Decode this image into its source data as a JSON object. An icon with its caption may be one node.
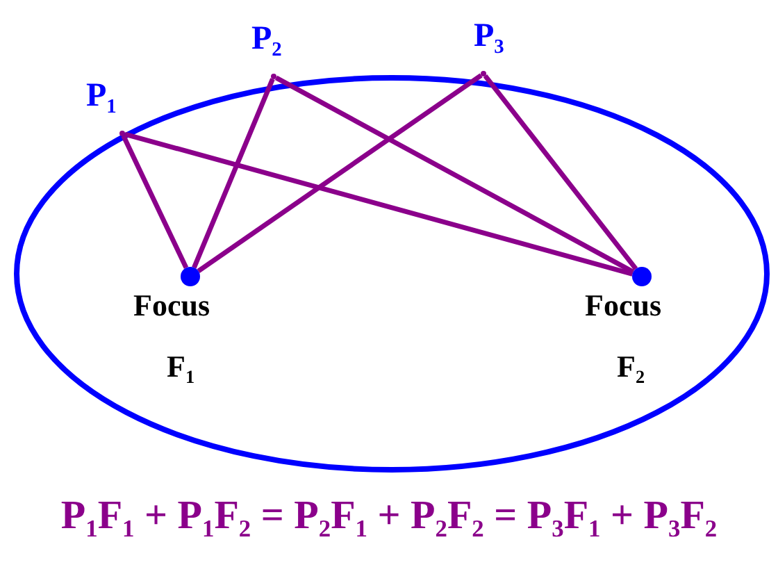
{
  "diagram": {
    "nodes": [
      {
        "text": [],
        "shape": "point",
        "beside": [
          "P$_{1}$"
        ]
      },
      {
        "text": [],
        "shape": "point",
        "beside": [
          "P$_{2}$"
        ]
      },
      {
        "text": [],
        "shape": "point",
        "beside": [
          "P$_{3}$"
        ]
      },
      {
        "text": [],
        "shape": "circle",
        "beside": [
          "Focus",
          "F$_{1}$"
        ]
      },
      {
        "text": [],
        "shape": "circle",
        "beside": [
          "Focus",
          "F$_{2}$"
        ]
      }
    ],
    "edges": [
      {
        "from": 0,
        "to": 3,
        "arrow": "none"
      },
      {
        "from": 0,
        "to": 4,
        "arrow": "none"
      },
      {
        "from": 1,
        "to": 3,
        "arrow": "none"
      },
      {
        "from": 1,
        "to": 4,
        "arrow": "none"
      },
      {
        "from": 2,
        "to": 3,
        "arrow": "none"
      },
      {
        "from": 2,
        "to": 4,
        "arrow": "none"
      }
    ],
    "labels": [
      "P$_{1}$F$_{1}$ + P$_{1}$F$_{2}$ = P$_{2}$F$_{1}$ + P$_{2}$F$_{2}$ = P$_{3}$F$_{1}$ + P$_{3}$F$_{2}$"
    ]
  }
}
